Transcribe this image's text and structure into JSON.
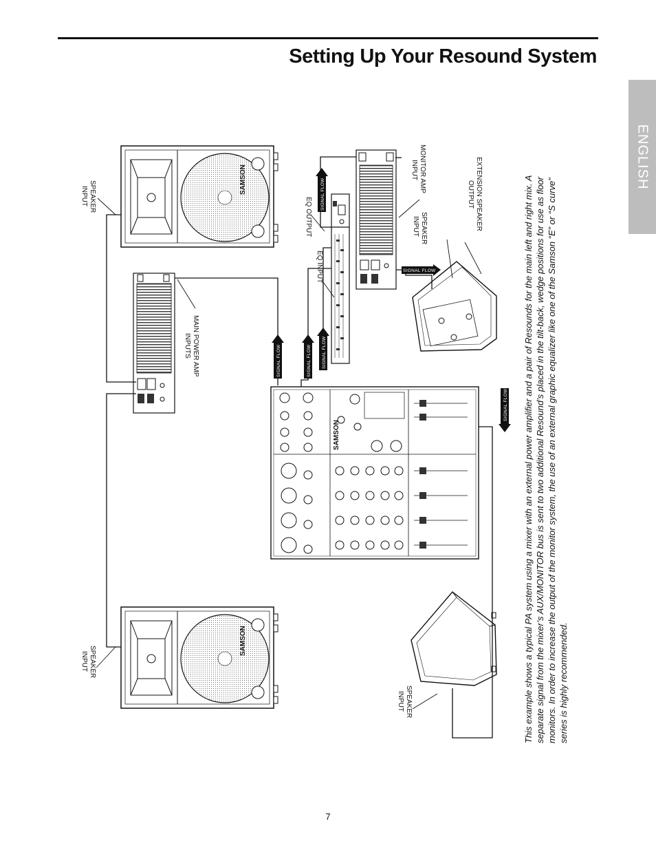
{
  "page": {
    "title": "Setting Up Your Resound System",
    "language_tab": "ENGLISH",
    "page_number": "7"
  },
  "diagram": {
    "labels": {
      "speaker_input_top_1": "SPEAKER",
      "speaker_input_top_2": "INPUT",
      "speaker_input_left_1": "SPEAKER",
      "speaker_input_left_2": "INPUT",
      "speaker_input_bottom_1": "SPEAKER",
      "speaker_input_bottom_2": "INPUT",
      "speaker_input_monitor_1": "SPEAKER",
      "speaker_input_monitor_2": "INPUT",
      "main_power_amp_1": "MAIN POWER AMP",
      "main_power_amp_2": "INPUTS",
      "eq_input": "EQ INPUT",
      "eq_output": "EQ OUTPUT",
      "monitor_amp_1": "MONITOR AMP",
      "monitor_amp_2": "INPUT",
      "extension_speaker_1": "EXTENSION SPEAKER",
      "extension_speaker_2": "OUTPUT",
      "signal_flow": "SIGNAL FLOW",
      "brand": "SAMSON"
    }
  },
  "caption": {
    "text": "This example shows a typical PA system using a mixer with an external power amplifier and a pair of Resounds for the main left and right mix.  A separate signal from the mixer’s AUX/MONITOR bus is sent to two additional Resound’s placed in the tilt-back, wedge positions for use as floor monitors. In order to increase the output of the monitor system, the use of an external graphic equalizer like one of the Samson “E” or “S curve” series is highly recommended."
  }
}
